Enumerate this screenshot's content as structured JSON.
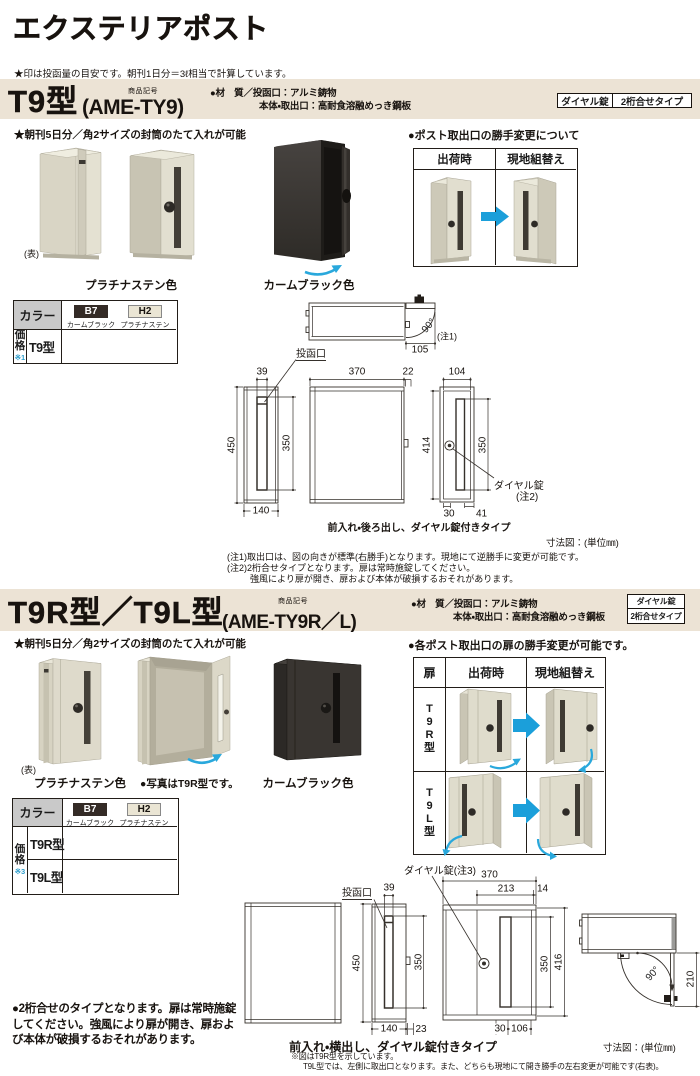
{
  "page": {
    "title": "エクステリアポスト",
    "top_note": "★印は投函量の目安です。朝刊1日分＝3ℓ相当で計算しています。",
    "footer_note": "●2桁合せのタイプとなります。扉は常時施錠してください。強風により扉が開き、扉および本体が破損するおそれがあります。"
  },
  "colors": {
    "band_beige": "#ece3d5",
    "table_header_gray": "#c9c9c9",
    "swatch_b7": "#342b26",
    "swatch_h2": "#eae5d4",
    "blue_arrow": "#1b9fda",
    "cyan_arrow": "#29a8dc",
    "ref_blue": "#2f9ecc",
    "cream_front": "#e4e1d2",
    "cream_side": "#c8c4b3",
    "black_body": "#3b3733"
  },
  "section1": {
    "model": "T9型",
    "code_label": "商品記号",
    "code": "(AME-TY9)",
    "material_line1": "●材　質／投函口：アルミ鋳物",
    "material_line2": "本体・取出口：高耐食溶融めっき鋼板",
    "badge_lock": "ダイヤル錠",
    "badge_type": "2桁合せタイプ",
    "capacity_note": "★朝刊5日分／角2サイズの封筒のたて入れが可能",
    "photo_front_label": "(表)",
    "photo1_caption": "プラチナステン色",
    "photo2_caption": "カームブラック色",
    "panel_title": "●ポスト取出口の勝手変更について",
    "panel_col1": "出荷時",
    "panel_col2": "現地組替え",
    "price_table": {
      "color_header": "カラー",
      "swatch1_code": "B7",
      "swatch1_name": "カームブラック",
      "swatch2_code": "H2",
      "swatch2_name": "プラチナステン",
      "price_label": "価格",
      "price_ref": "※1",
      "row1": "T9型",
      "row1_price": ""
    },
    "drawing": {
      "slot_label": "投函口",
      "dim_39": "39",
      "dim_450": "450",
      "dim_350_side": "350",
      "dim_140": "140",
      "dim_370": "370",
      "dim_22": "22",
      "dim_104": "104",
      "dim_414": "414",
      "dim_350_back": "350",
      "dim_30": "30",
      "dim_41": "41",
      "dim_105": "105",
      "angle": "90°",
      "angle_note": "(注1)",
      "lock_label": "ダイヤル錠",
      "lock_note": "(注2)",
      "caption": "前入れ・後ろ出し、ダイヤル錠付きタイプ",
      "unit": "寸法図：(単位㎜)",
      "note1": "(注1)取出口は、図の向きが標準(右勝手)となります。現地にて逆勝手に変更が可能です。",
      "note2": "(注2)2桁合せタイプとなります。扉は常時施錠してください。",
      "note3": "強風により扉が開き、扉および本体が破損するおそれがあります。"
    }
  },
  "section2": {
    "model": "T9R型／T9L型",
    "code_label": "商品記号",
    "code": "(AME-TY9R／L)",
    "material_line1": "●材　質／投函口：アルミ鋳物",
    "material_line2": "本体・取出口：高耐食溶融めっき鋼板",
    "badge_lock": "ダイヤル錠",
    "badge_type": "2桁合せタイプ",
    "capacity_note": "★朝刊5日分／角2サイズの封筒のたて入れが可能",
    "photo_front_label": "(表)",
    "photo1_caption": "プラチナステン色",
    "photo2_caption": "●写真はT9R型です。",
    "photo3_caption": "カームブラック色",
    "panel_title": "●各ポスト取出口の扉の勝手変更が可能です。",
    "panel_col0": "扉",
    "panel_col1": "出荷時",
    "panel_col2": "現地組替え",
    "panel_row1": "T9R型",
    "panel_row2": "T9L型",
    "price_table": {
      "color_header": "カラー",
      "swatch1_code": "B7",
      "swatch1_name": "カームブラック",
      "swatch2_code": "H2",
      "swatch2_name": "プラチナステン",
      "price_label": "価格",
      "price_ref": "※3",
      "row1": "T9R型",
      "row1_price": "",
      "row2": "T9L型",
      "row2_price": ""
    },
    "drawing": {
      "lock_label": "ダイヤル錠(注3)",
      "slot_label": "投函口",
      "dim_39": "39",
      "dim_450": "450",
      "dim_350_side": "350",
      "dim_140": "140",
      "dim_23": "23",
      "dim_370": "370",
      "dim_213": "213",
      "dim_14": "14",
      "dim_350_front": "350",
      "dim_416": "416",
      "dim_30": "30",
      "dim_106": "106",
      "angle": "90°",
      "dim_210": "210",
      "caption": "前入れ・横出し、ダイヤル錠付きタイプ",
      "unit": "寸法図：(単位㎜)",
      "note1": "※図はT9R型を示しています。",
      "note2": "T9L型では、左側に取出口となります。また、どちらも現地にて開き勝手の左右変更が可能です(右表)。"
    }
  }
}
